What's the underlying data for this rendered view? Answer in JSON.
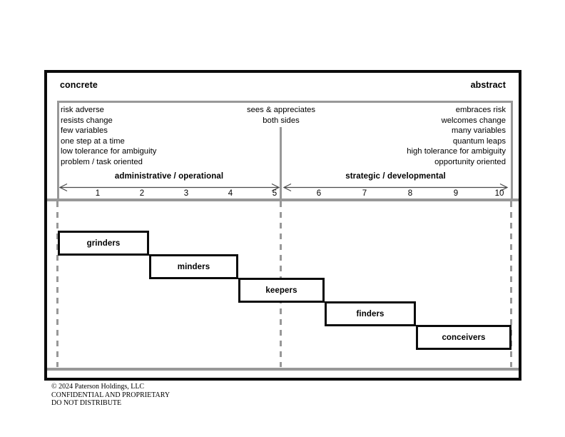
{
  "diagram": {
    "left_pole": "concrete",
    "right_pole": "abstract",
    "left_traits": [
      "risk adverse",
      "resists change",
      "few variables",
      "one step at a time",
      "low tolerance for ambiguity",
      "problem / task oriented"
    ],
    "center_traits": [
      "sees & appreciates",
      "both sides"
    ],
    "right_traits": [
      "embraces risk",
      "welcomes change",
      "many variables",
      "quantum leaps",
      "high tolerance for ambiguity",
      "opportunity oriented"
    ],
    "scale": {
      "left_segment_label": "administrative / operational",
      "right_segment_label": "strategic / developmental",
      "ticks": [
        "1",
        "2",
        "3",
        "4",
        "5",
        "6",
        "7",
        "8",
        "9",
        "10"
      ]
    },
    "roles": [
      "grinders",
      "minders",
      "keepers",
      "finders",
      "conceivers"
    ]
  },
  "footer": {
    "copyright": "© 2024 Paterson Holdings, LLC",
    "confidential": "CONFIDENTIAL AND PROPRIETARY",
    "distribute": "DO NOT DISTRIBUTE"
  },
  "colors": {
    "line_gray": "#989898",
    "border_black": "#0b0b0b",
    "arrow_gray": "#4a4a4a"
  }
}
